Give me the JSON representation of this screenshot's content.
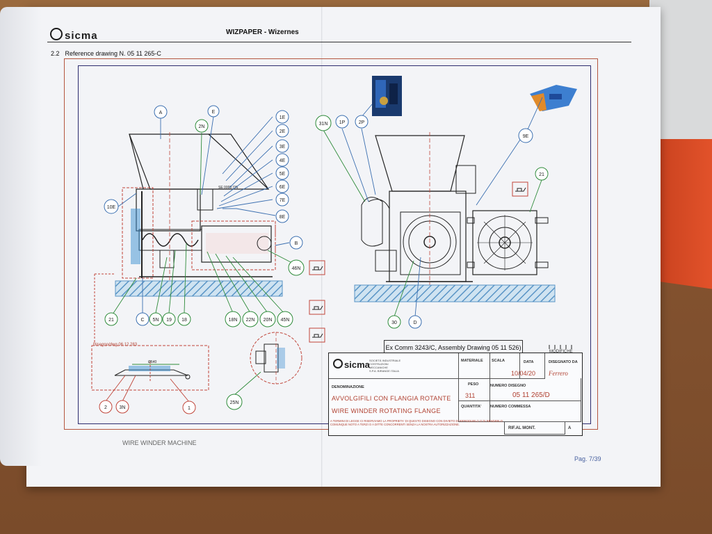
{
  "header": {
    "logo_text": "sicma",
    "title": "WIZPAPER - Wizernes",
    "section_number": "2.2",
    "section_title": "Reference drawing N. 05 11 265-C"
  },
  "labels": {
    "blue": [
      "A",
      "E",
      "1E",
      "2E",
      "3E",
      "4E",
      "5E",
      "6E",
      "7E",
      "8E",
      "10E",
      "B",
      "C",
      "1P",
      "2P",
      "9E",
      "D"
    ],
    "green": [
      "2N",
      "21",
      "5N",
      "19",
      "18",
      "18N",
      "22N",
      "20N",
      "45N",
      "46N",
      "31N",
      "21",
      "30",
      "25N"
    ],
    "red": [
      "2",
      "3N",
      "1"
    ]
  },
  "detail": {
    "disegno_label": "Disegno/dwg 06 12 283",
    "diameter": "Ø640"
  },
  "ex_comm": "Ex Comm 3243/C, Assembly Drawing 05 11 526)",
  "title_block": {
    "logo_text": "sicma",
    "company_lines": "SOCIETÀ INDUSTRIALE COSTRUZIONI MECCANICHE",
    "company_sub": "S.P.A. BIRANGE ITALIA",
    "materiale_label": "MATERIALE",
    "scala_label": "SCALA",
    "data_label": "DATA",
    "data_value": "10/04/20",
    "disegnato_label": "DISEGNATO DA",
    "disegnato_value": "Ferrero",
    "denominazione_label": "DENOMINAZIONE",
    "peso_label": "PESO",
    "peso_value": "311",
    "numero_disegno_label": "NUMERO DISEGNO",
    "numero_disegno_value": "05 11 265/D",
    "quantita_label": "QUANTITA'",
    "numero_commessa_label": "NUMERO COMMESSA",
    "name_it": "AVVOLGIFILI CON FLANGIA ROTANTE",
    "name_en": "WIRE WINDER ROTATING FLANGE",
    "legal": "A TERMINI DI LEGGE CI RISERVIAMO LA PROPRIETA' DI QUESTO DISEGNO CON DIVIETO DI RIPRODURLO O DI RENDERLO COMUNQUE NOTO A TERZI O A DITTE CONCORRENTI SENZA LA NOSTRA AUTORIZZAZIONE.",
    "rif_label": "RIF.AL MONT.",
    "rev_value": "A",
    "modifiche_label": "MODIFICHE"
  },
  "footer": {
    "left": "WIRE WINDER MACHINE",
    "page": "Pag. 7/39"
  },
  "colors": {
    "blue_callout": "#3b6fb0",
    "green_callout": "#2e8b3a",
    "red_callout": "#c0453a",
    "floor_hatch": "#6fa4d0"
  }
}
